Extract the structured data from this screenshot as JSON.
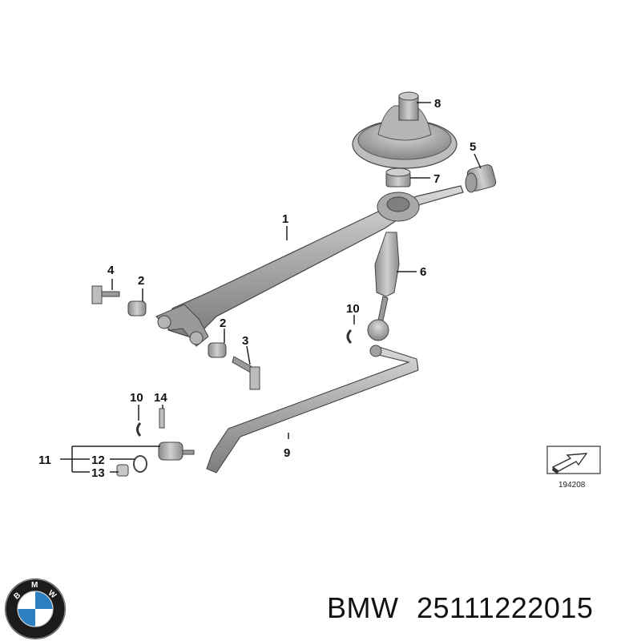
{
  "diagram": {
    "callouts": {
      "c1": "1",
      "c2a": "2",
      "c2b": "2",
      "c3": "3",
      "c4": "4",
      "c5": "5",
      "c6": "6",
      "c7": "7",
      "c8": "8",
      "c9": "9",
      "c10a": "10",
      "c10b": "10",
      "c11": "11",
      "c12": "12",
      "c13": "13",
      "c14": "14"
    },
    "reference_code": "194208"
  },
  "caption": {
    "brand": "BMW",
    "part_number": "25111222015"
  },
  "logo": {
    "letters": [
      "B",
      "M",
      "W"
    ],
    "colors": {
      "ring": "#1b1b1b",
      "blue": "#2d7fc1",
      "white": "#ffffff"
    }
  }
}
